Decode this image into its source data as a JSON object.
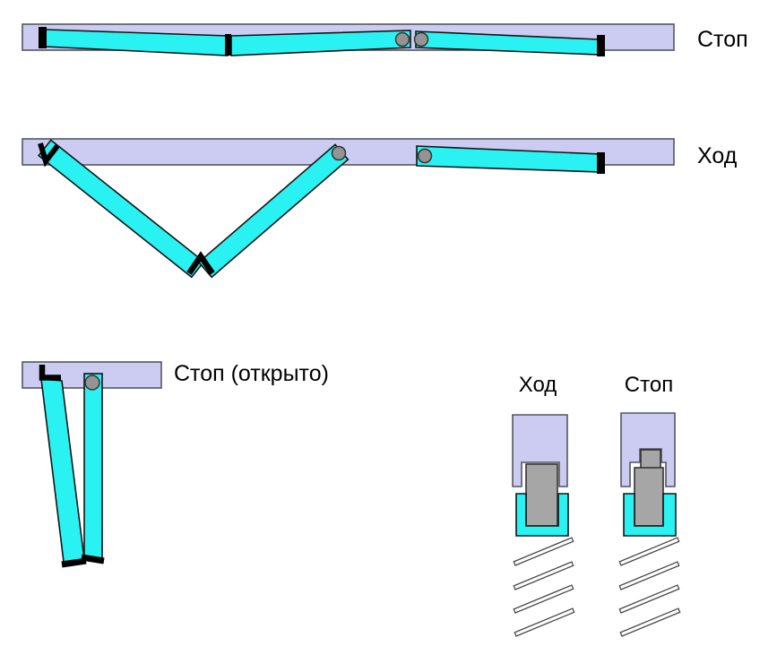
{
  "colors": {
    "frame": "#ccccf2",
    "link": "#2af2f2",
    "metal": "#a6a6a6",
    "pin": "#949494",
    "black": "#000000"
  },
  "states": {
    "top": {
      "label": "Стоп"
    },
    "middle": {
      "label": "Ход"
    },
    "open": {
      "label": "Стоп (открыто)"
    }
  },
  "detail": {
    "left": {
      "label": "Ход"
    },
    "right": {
      "label": "Стоп"
    }
  }
}
